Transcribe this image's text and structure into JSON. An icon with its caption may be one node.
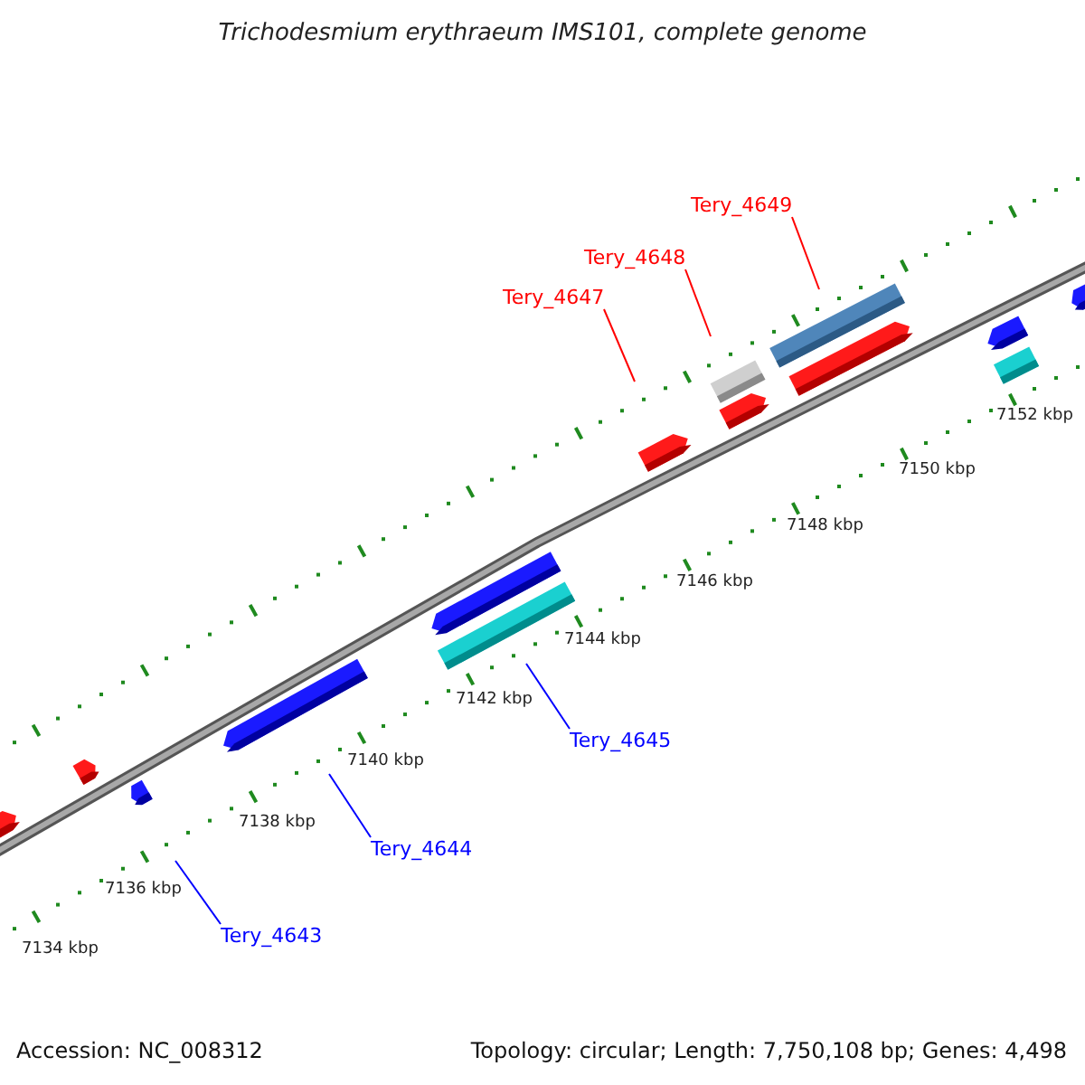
{
  "diagram": {
    "title": "Trichodesmium erythraeum IMS101, complete genome",
    "nodes": [
      {
        "text": [
          "Tery_4649"
        ]
      },
      {
        "text": [
          "Tery_4648"
        ]
      },
      {
        "text": [
          "Tery_4647"
        ]
      },
      {
        "text": [
          "Tery_4645"
        ]
      },
      {
        "text": [
          "Tery_4644"
        ]
      },
      {
        "text": [
          "Tery_4643"
        ]
      }
    ],
    "edges": [
      {
        "from": 0,
        "to": null,
        "arrow": "none",
        "color": "#ff0000"
      },
      {
        "from": 1,
        "to": null,
        "arrow": "none",
        "color": "#ff0000"
      },
      {
        "from": 2,
        "to": null,
        "arrow": "none",
        "color": "#ff0000"
      },
      {
        "from": 3,
        "to": null,
        "arrow": "none",
        "color": "#0000ff"
      },
      {
        "from": 4,
        "to": null,
        "arrow": "none",
        "color": "#0000ff"
      },
      {
        "from": 5,
        "to": null,
        "arrow": "none",
        "color": "#0000ff"
      }
    ],
    "labels": [
      "7152 kbp",
      "7150 kbp",
      "7148 kbp",
      "7146 kbp",
      "7144 kbp",
      "7142 kbp",
      "7140 kbp",
      "7138 kbp",
      "7136 kbp",
      "7134 kbp",
      "Accession: NC_008312",
      "Topology: circular; Length: 7,750,108 bp; Genes: 4,498"
    ]
  }
}
